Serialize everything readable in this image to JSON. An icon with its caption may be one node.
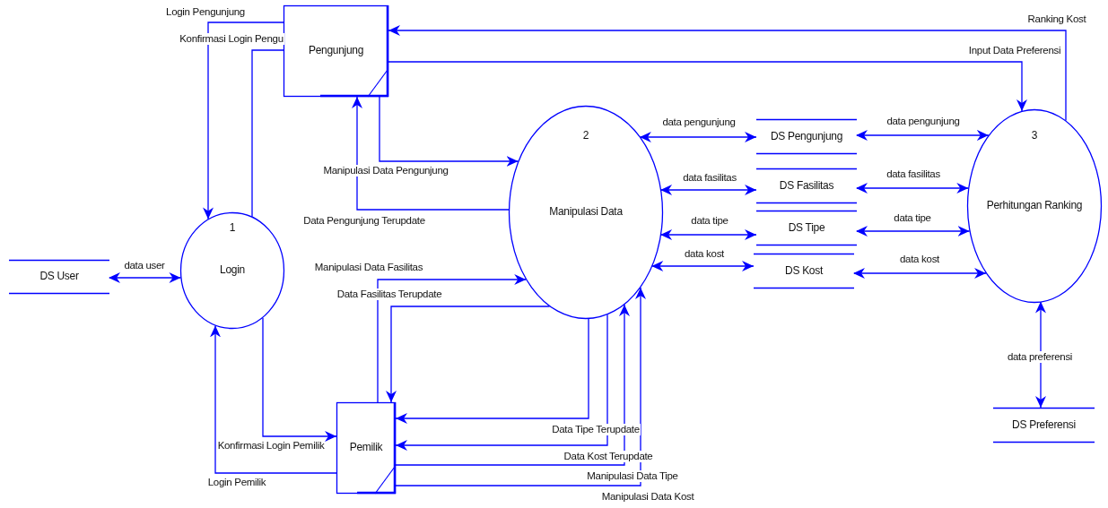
{
  "diagram": {
    "nodes": [
      {
        "text": [
          "Pengunjung"
        ]
      },
      {
        "text": [
          "1",
          "Login"
        ]
      },
      {
        "text": [
          "2",
          "Manipulasi Data"
        ]
      },
      {
        "text": [
          "3",
          "Perhitungan Ranking"
        ]
      },
      {
        "text": [
          "DS User"
        ]
      },
      {
        "text": [
          "DS Pengunjung"
        ]
      },
      {
        "text": [
          "DS Fasilitas"
        ]
      },
      {
        "text": [
          "DS Tipe"
        ]
      },
      {
        "text": [
          "DS Kost"
        ]
      },
      {
        "text": [
          "DS Preferensi"
        ]
      },
      {
        "text": [
          "Pemilik"
        ]
      }
    ],
    "edges": [
      {
        "from": 0,
        "to": 1,
        "arrow": "to",
        "label": "Login Pengunjung"
      },
      {
        "from": 1,
        "to": 0,
        "arrow": "none",
        "label": "Konfirmasi Login Pengu"
      },
      {
        "from": 3,
        "to": 0,
        "arrow": "to",
        "label": "Ranking Kost"
      },
      {
        "from": 0,
        "to": 3,
        "arrow": "to",
        "label": "Input Data Preferensi"
      },
      {
        "from": 0,
        "to": 2,
        "arrow": "to",
        "label": "Manipulasi Data Pengunjung"
      },
      {
        "from": 2,
        "to": 0,
        "arrow": "to",
        "label": "Data Pengunjung Terupdate"
      },
      {
        "from": 4,
        "to": 1,
        "arrow": "both",
        "label": "data user"
      },
      {
        "from": 2,
        "to": 5,
        "arrow": "both",
        "label": "data pengunjung"
      },
      {
        "from": 2,
        "to": 6,
        "arrow": "both",
        "label": "data fasilitas"
      },
      {
        "from": 2,
        "to": 7,
        "arrow": "both",
        "label": "data tipe"
      },
      {
        "from": 2,
        "to": 8,
        "arrow": "both",
        "label": "data kost"
      },
      {
        "from": 5,
        "to": 3,
        "arrow": "both",
        "label": "data pengunjung"
      },
      {
        "from": 6,
        "to": 3,
        "arrow": "both",
        "label": "data fasilitas"
      },
      {
        "from": 7,
        "to": 3,
        "arrow": "both",
        "label": "data tipe"
      },
      {
        "from": 8,
        "to": 3,
        "arrow": "both",
        "label": "data kost"
      },
      {
        "from": 3,
        "to": 9,
        "arrow": "both",
        "label": "data preferensi"
      },
      {
        "from": 10,
        "to": 2,
        "arrow": "to",
        "label": "Manipulasi Data Fasilitas"
      },
      {
        "from": 2,
        "to": 10,
        "arrow": "to",
        "label": "Data Fasilitas Terupdate"
      },
      {
        "from": 1,
        "to": 10,
        "arrow": "to",
        "label": "Konfirmasi Login Pemilik"
      },
      {
        "from": 10,
        "to": 1,
        "arrow": "to",
        "label": "Login Pemilik"
      },
      {
        "from": 2,
        "to": 10,
        "arrow": "to",
        "label": "Data Tipe Terupdate"
      },
      {
        "from": 2,
        "to": 10,
        "arrow": "to",
        "label": "Data Kost Terupdate"
      },
      {
        "from": 10,
        "to": 2,
        "arrow": "to",
        "label": "Manipulasi Data Tipe"
      },
      {
        "from": 10,
        "to": 2,
        "arrow": "to",
        "label": "Manipulasi Data Kost"
      }
    ]
  }
}
